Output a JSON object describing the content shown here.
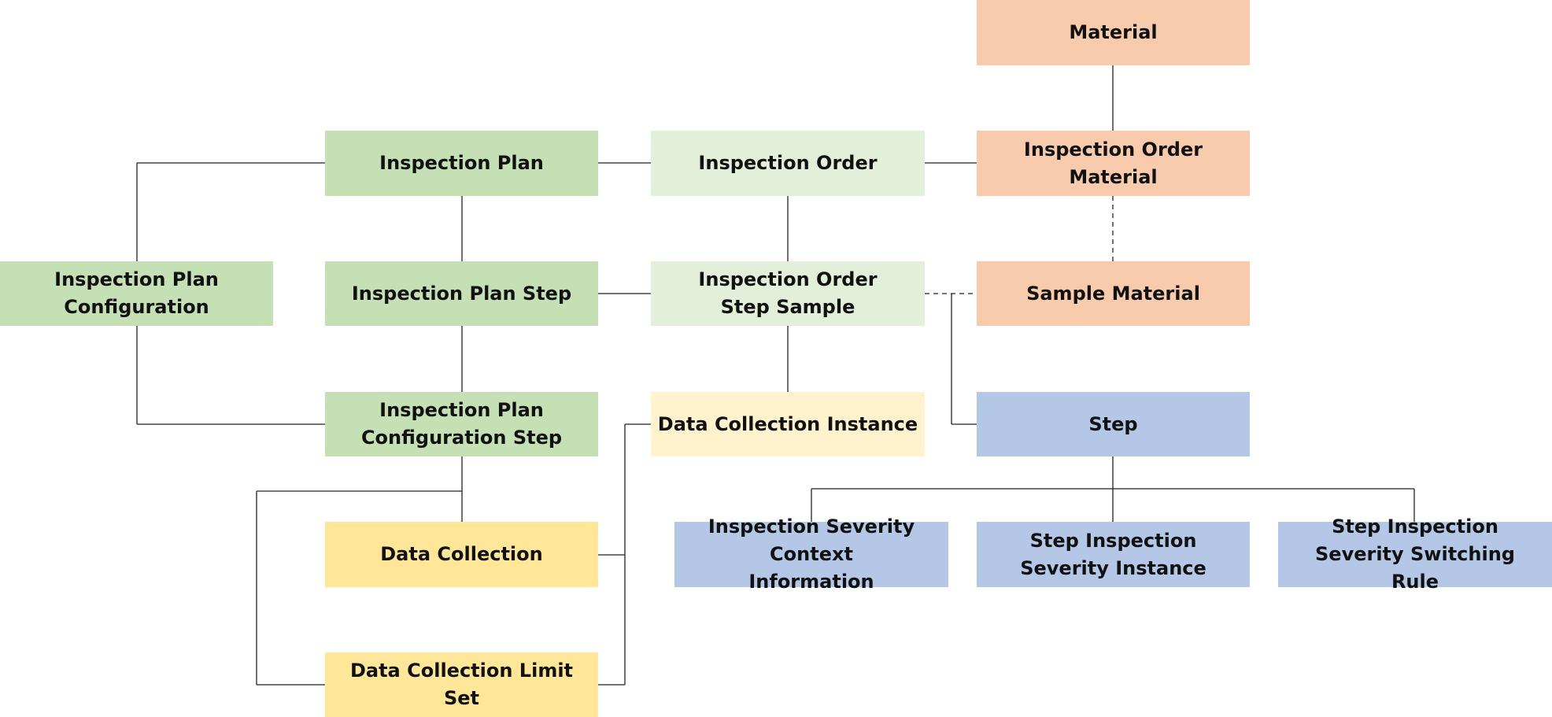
{
  "colors": {
    "green_dark": "#c5e0b4",
    "green_light": "#e2f0d9",
    "orange": "#f8cbad",
    "yellow": "#ffe699",
    "yellow_light": "#fff2cc",
    "blue": "#b4c7e7"
  },
  "nodes": [
    {
      "id": "material",
      "label": "Material",
      "color": "orange"
    },
    {
      "id": "inspection-plan",
      "label": "Inspection Plan",
      "color": "green_dark"
    },
    {
      "id": "inspection-order",
      "label": "Inspection Order",
      "color": "green_light"
    },
    {
      "id": "inspection-order-material",
      "label": "Inspection Order Material",
      "color": "orange"
    },
    {
      "id": "inspection-plan-configuration",
      "label": "Inspection Plan Configuration",
      "color": "green_dark"
    },
    {
      "id": "inspection-plan-step",
      "label": "Inspection Plan Step",
      "color": "green_dark"
    },
    {
      "id": "inspection-order-step-sample",
      "label": "Inspection Order Step Sample",
      "color": "green_light"
    },
    {
      "id": "sample-material",
      "label": "Sample Material",
      "color": "orange"
    },
    {
      "id": "inspection-plan-configuration-step",
      "label": "Inspection Plan Configuration Step",
      "color": "green_dark"
    },
    {
      "id": "data-collection-instance",
      "label": "Data Collection Instance",
      "color": "yellow_light"
    },
    {
      "id": "step",
      "label": "Step",
      "color": "blue"
    },
    {
      "id": "data-collection",
      "label": "Data Collection",
      "color": "yellow"
    },
    {
      "id": "inspection-severity-context-information",
      "label": "Inspection Severity Context Information",
      "color": "blue"
    },
    {
      "id": "step-inspection-severity-instance",
      "label": "Step Inspection Severity Instance",
      "color": "blue"
    },
    {
      "id": "step-inspection-severity-switching-rule",
      "label": "Step Inspection Severity Switching Rule",
      "color": "blue"
    },
    {
      "id": "data-collection-limit-set",
      "label": "Data Collection Limit Set",
      "color": "yellow"
    }
  ],
  "edges": [
    {
      "from": "material",
      "to": "inspection-order-material",
      "style": "solid"
    },
    {
      "from": "inspection-plan",
      "to": "inspection-order",
      "style": "solid"
    },
    {
      "from": "inspection-order",
      "to": "inspection-order-material",
      "style": "solid"
    },
    {
      "from": "inspection-plan",
      "to": "inspection-plan-configuration",
      "style": "solid"
    },
    {
      "from": "inspection-plan",
      "to": "inspection-plan-step",
      "style": "solid"
    },
    {
      "from": "inspection-order",
      "to": "inspection-order-step-sample",
      "style": "solid"
    },
    {
      "from": "inspection-order-material",
      "to": "sample-material",
      "style": "dashed"
    },
    {
      "from": "inspection-plan-step",
      "to": "inspection-order-step-sample",
      "style": "solid"
    },
    {
      "from": "inspection-order-step-sample",
      "to": "sample-material",
      "style": "dashed"
    },
    {
      "from": "inspection-order-step-sample",
      "to": "step",
      "style": "solid"
    },
    {
      "from": "inspection-plan-step",
      "to": "inspection-plan-configuration-step",
      "style": "solid"
    },
    {
      "from": "inspection-plan-configuration",
      "to": "inspection-plan-configuration-step",
      "style": "solid"
    },
    {
      "from": "inspection-order-step-sample",
      "to": "data-collection-instance",
      "style": "solid"
    },
    {
      "from": "inspection-plan-configuration-step",
      "to": "data-collection",
      "style": "solid"
    },
    {
      "from": "inspection-plan-configuration-step",
      "to": "data-collection-limit-set",
      "style": "solid"
    },
    {
      "from": "data-collection",
      "to": "data-collection-instance",
      "style": "solid"
    },
    {
      "from": "data-collection-limit-set",
      "to": "data-collection-instance",
      "style": "solid"
    },
    {
      "from": "step",
      "to": "inspection-severity-context-information",
      "style": "solid"
    },
    {
      "from": "step",
      "to": "step-inspection-severity-instance",
      "style": "solid"
    },
    {
      "from": "step",
      "to": "step-inspection-severity-switching-rule",
      "style": "solid"
    }
  ]
}
